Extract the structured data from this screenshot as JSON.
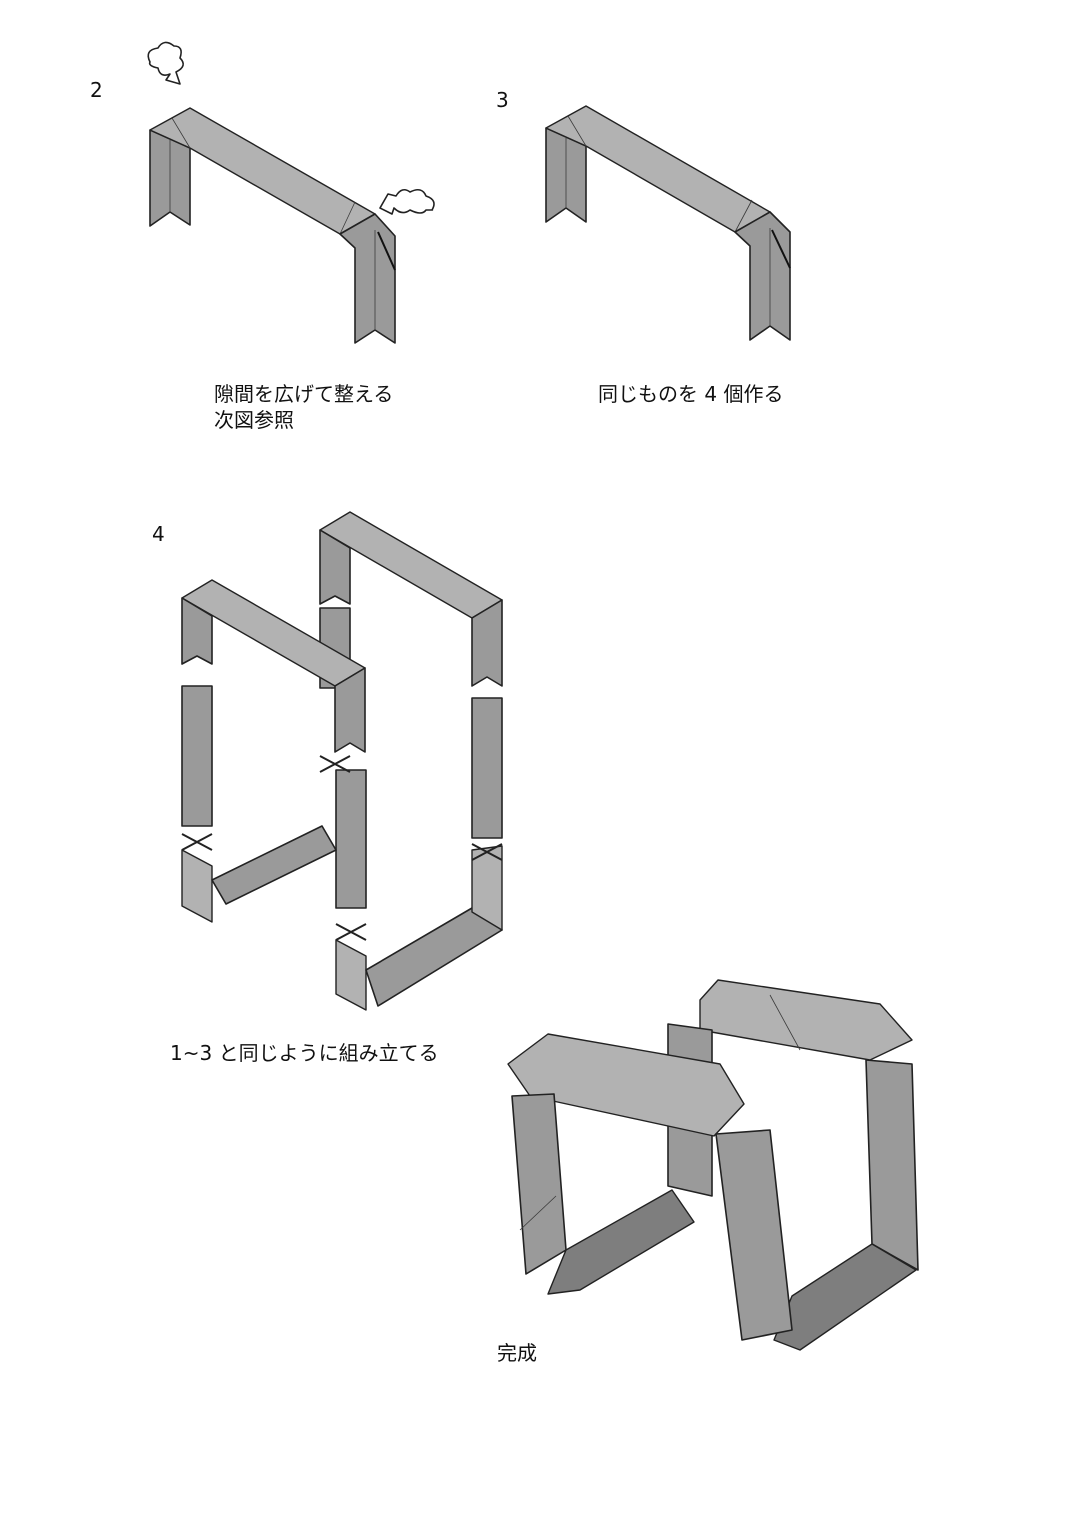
{
  "steps": [
    {
      "number": "2",
      "caption_line1": "隙間を広げて整える",
      "caption_line2": "次図参照"
    },
    {
      "number": "3",
      "caption_line1": "同じものを 4 個作る"
    },
    {
      "number": "4",
      "caption_line1": "1~3 と同じように組み立てる"
    }
  ],
  "final": {
    "caption": "完成"
  },
  "icons": [
    "puff-arrow-icon"
  ],
  "colors": {
    "paper": "#9a9a9a",
    "paper_light": "#b2b2b2",
    "paper_dark": "#7e7e7e",
    "line": "#222222"
  }
}
